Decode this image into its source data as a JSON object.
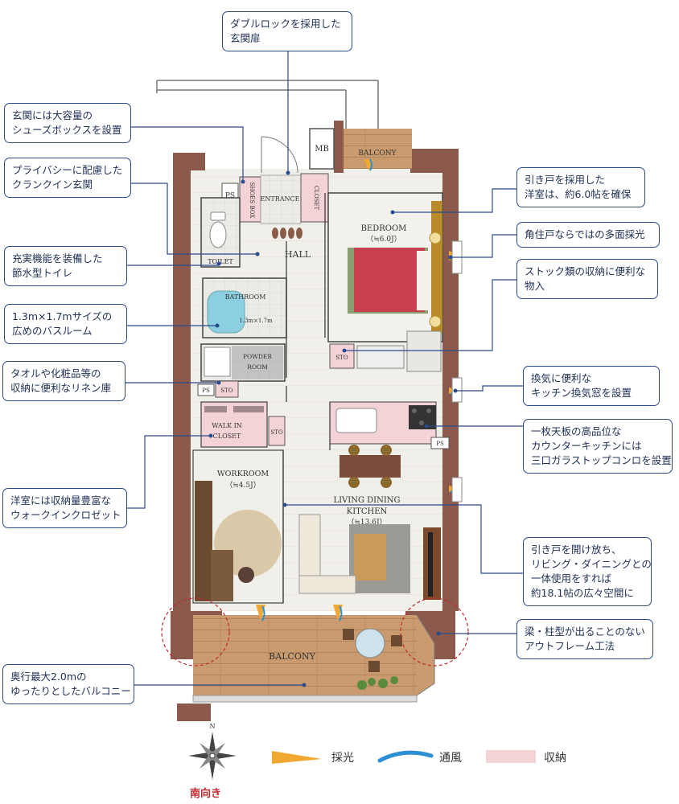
{
  "callouts": {
    "double_lock": [
      "ダブルロックを採用した",
      "玄関扉"
    ],
    "shoebox": [
      "玄関には大容量の",
      "シューズボックスを設置"
    ],
    "crank_in": [
      "プライバシーに配慮した",
      "クランクイン玄関"
    ],
    "toilet": [
      "充実機能を装備した",
      "節水型トイレ"
    ],
    "bath": [
      "1.3m×1.7mサイズの",
      "広めのバスルーム"
    ],
    "linen": [
      "タオルや化粧品等の",
      "収納に便利なリネン庫"
    ],
    "wic": [
      "洋室には収納量豊富な",
      "ウォークインクロゼット"
    ],
    "balcony_depth": [
      "奥行最大2.0mの",
      "ゆったりとしたバルコニー"
    ],
    "sliding_door": [
      "引き戸を採用した",
      "洋室は、約6.0帖を確保"
    ],
    "corner": [
      "角住戸ならではの多面採光"
    ],
    "stock": [
      "ストック類の収納に便利な",
      "物入"
    ],
    "vent_window": [
      "換気に便利な",
      "キッチン換気窓を設置"
    ],
    "counter": [
      "一枚天板の高品位な",
      "カウンターキッチンには",
      "三口ガラストップコンロを設置"
    ],
    "open_door": [
      "引き戸を開け放ち、",
      "リビング・ダイニングとの",
      "一体使用をすれば",
      "約18.1帖の広々空間に"
    ],
    "outframe": [
      "梁・柱型が出ることのない",
      "アウトフレーム工法"
    ]
  },
  "rooms": {
    "mb": "MB",
    "balcony_small": "BALCONY",
    "ps1": "PS",
    "entrance": "ENTRANCE",
    "shoes_box": "SHOES BOX",
    "closet_small": "CLOSET",
    "bedroom": "BEDROOM",
    "bedroom_size": "（≒6.0J）",
    "hall": "HALL",
    "toilet": "TOILET",
    "bathroom": "BATHROOM",
    "bath_size": "1.3m×1.7m",
    "powder": "POWDER",
    "powder2": "ROOM",
    "sto_bed": "STO",
    "ps2": "PS",
    "sto_linen": "STO",
    "walk_in": "WALK IN",
    "walk_in2": "CLOSET",
    "sto_hall": "STO",
    "ps3": "PS",
    "workroom": "WORKROOM",
    "workroom_size": "（≒4.5J）",
    "ldk1": "LIVING DINING",
    "ldk2": "KITCHEN",
    "ldk_size": "（≒13.6J）",
    "balcony_main": "BALCONY"
  },
  "compass": {
    "north": "N",
    "south_label": "南向き"
  },
  "legend": {
    "light": "採光",
    "wind": "通風",
    "storage": "収納"
  },
  "colors": {
    "callout_border": "#2a4b8d",
    "wall": "#8b5a4c",
    "floor_wood": "#c79a6c",
    "storage": "#f4d3d6",
    "bed": "#c8404f",
    "south": "#c0282d",
    "light_arrow": "#f0a830",
    "wind_arrow": "#2d8fd3"
  }
}
